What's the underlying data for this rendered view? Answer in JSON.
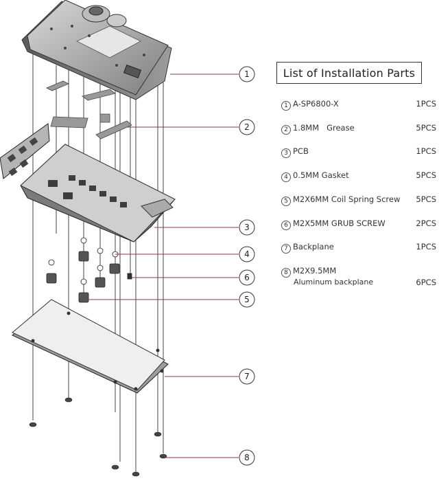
{
  "list_title": "List of Installation Parts",
  "callouts": [
    "1",
    "2",
    "3",
    "4",
    "5",
    "6",
    "7",
    "8"
  ],
  "parts": [
    {
      "num": "1",
      "name": "A-SP6800-X",
      "qty": "1PCS"
    },
    {
      "num": "2",
      "name": "1.8MM   Grease",
      "qty": "5PCS"
    },
    {
      "num": "3",
      "name": "PCB",
      "qty": "1PCS"
    },
    {
      "num": "4",
      "name": "0.5MM Gasket",
      "qty": "5PCS"
    },
    {
      "num": "5",
      "name": "M2X6MM Coil Spring Screw",
      "qty": "5PCS"
    },
    {
      "num": "6",
      "name": "M2X5MM GRUB SCREW",
      "qty": "2PCS"
    },
    {
      "num": "7",
      "name": "Backplane",
      "qty": "1PCS"
    },
    {
      "num": "8",
      "name": "M2X9.5MM",
      "sub": "Aluminum backplane",
      "qty": "6PCS"
    }
  ],
  "colors": {
    "line": "#333333",
    "leader": "#8a3a3a",
    "metal": "#9a9a9a",
    "pcb": "#6d6d6d"
  }
}
